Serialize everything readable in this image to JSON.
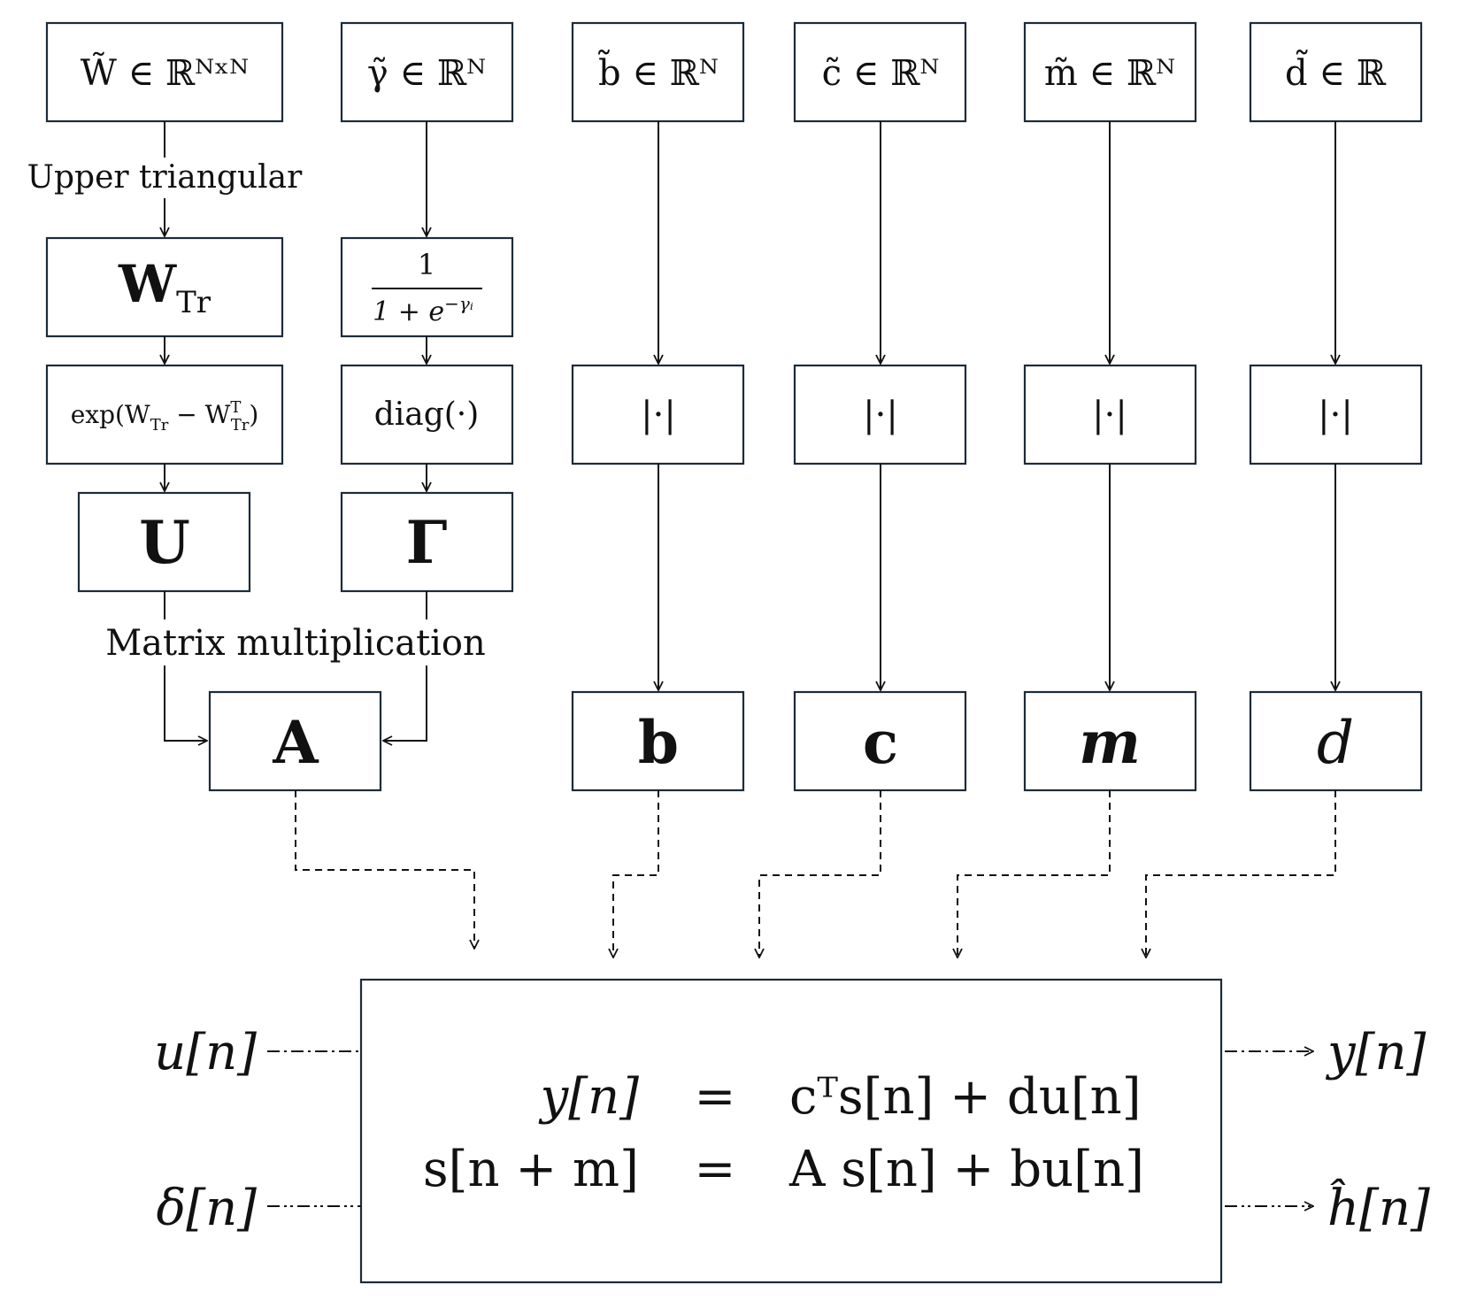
{
  "params": [
    {
      "key": "W",
      "label": "W̃ ∈ ℝᴺˣᴺ"
    },
    {
      "key": "gamma",
      "label": "γ̃ ∈ ℝᴺ"
    },
    {
      "key": "b",
      "label": "b̃ ∈ ℝᴺ"
    },
    {
      "key": "c",
      "label": "c̃ ∈ ℝᴺ"
    },
    {
      "key": "m",
      "label": "m̃ ∈ ℝᴺ"
    },
    {
      "key": "d",
      "label": "d̃ ∈ ℝ"
    }
  ],
  "ops": {
    "upper_triangular": "Upper triangular",
    "w_tr": "W",
    "w_tr_sub": "Tr",
    "sigmoid_num": "1",
    "sigmoid_den": "1 + e",
    "sigmoid_exp": "−γᵢ",
    "exp_label": "exp(W",
    "exp_sub1": "Tr",
    "exp_minus": " − W",
    "exp_sup": "T",
    "exp_sub2": "Tr",
    "exp_close": ")",
    "diag": "diag(·)",
    "abs": "|·|",
    "matrix_mult": "Matrix multiplication"
  },
  "outputs": {
    "U": "U",
    "Gamma": "Γ",
    "A": "A",
    "b": "b",
    "c": "c",
    "m": "m",
    "d": "d"
  },
  "system": {
    "eq1_lhs": "y[n]",
    "eq1_eq": "=",
    "eq1_rhs": "cᵀs[n] + du[n]",
    "eq2_lhs": "s[n + m]",
    "eq2_eq": "=",
    "eq2_rhs": "A s[n] + bu[n]"
  },
  "io": {
    "in1": "u[n]",
    "in2": "δ[n]",
    "out1": "y[n]",
    "out2": "ĥ[n]"
  }
}
